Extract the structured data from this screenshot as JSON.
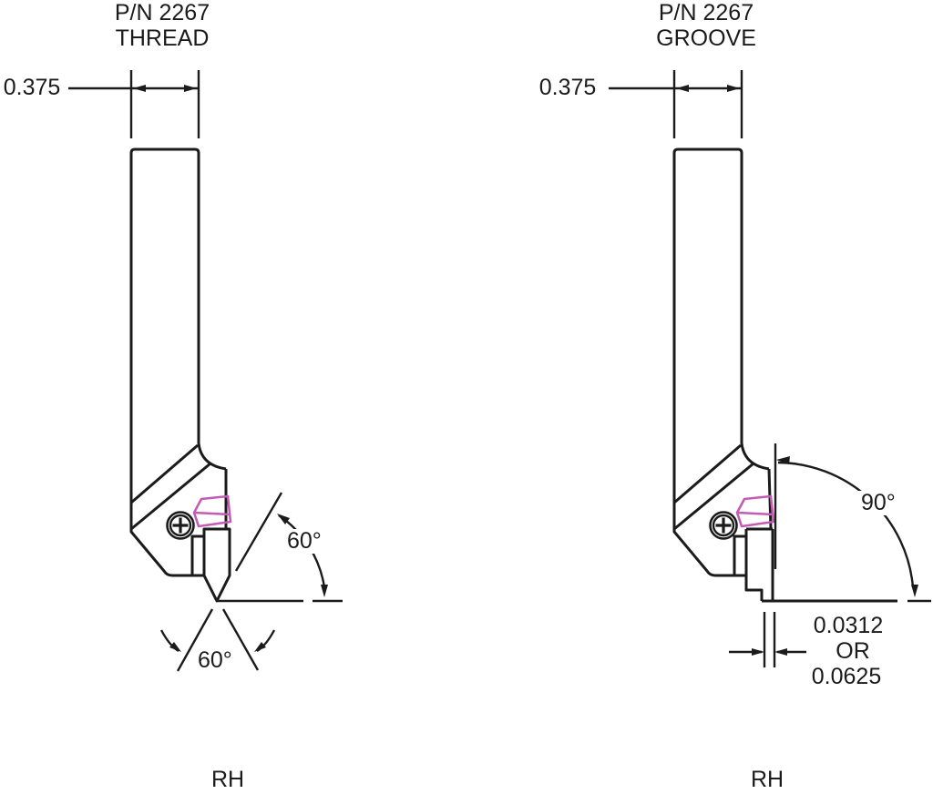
{
  "colors": {
    "line": "#1b1b1b",
    "insert_highlight": "#c45cb4",
    "background": "#ffffff"
  },
  "views": {
    "thread": {
      "part_number": "P/N 2267",
      "name": "THREAD",
      "shank_width": "0.375",
      "lead_angle": "60°",
      "included_angle": "60°",
      "hand": "RH"
    },
    "groove": {
      "part_number": "P/N 2267",
      "name": "GROOVE",
      "shank_width": "0.375",
      "corner_angle": "90°",
      "groove_width_primary": "0.0312",
      "groove_width_conjunction": "OR",
      "groove_width_alternate": "0.0625",
      "hand": "RH"
    }
  }
}
